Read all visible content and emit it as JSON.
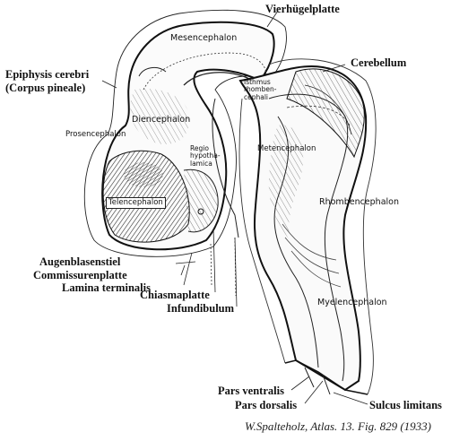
{
  "labels": {
    "vierhugelplatte": "Vierhügelplatte",
    "mesencephalon": "Mesencephalon",
    "epiphysis_1": "Epiphysis cerebri",
    "epiphysis_2": "(Corpus pineale)",
    "cerebellum": "Cerebellum",
    "isthmus": "Isthmus\nrhomben-\ncephali",
    "prosencephalon": "Prosencephalon",
    "diencephalon": "Diencephalon",
    "regio": "Regio\nhypotha-\nlamica",
    "metencephalon": "Metencephalon",
    "telencephalon": "Telencephalon",
    "rhombencephalon": "Rhombencephalon",
    "augenblasenstiel": "Augenblasenstiel",
    "commissurenplatte": "Commissurenplatte",
    "lamina_terminalis": "Lamina terminalis",
    "chiasmaplatte": "Chiasmaplatte",
    "infundibulum": "Infundibulum",
    "myelencephalon": "Myelencephalon",
    "pars_ventralis": "Pars ventralis",
    "pars_dorsalis": "Pars dorsalis",
    "sulcus_limitans": "Sulcus limitans"
  },
  "credit": "W.Spalteholz, Atlas. 13. Fig. 829 (1933)"
}
